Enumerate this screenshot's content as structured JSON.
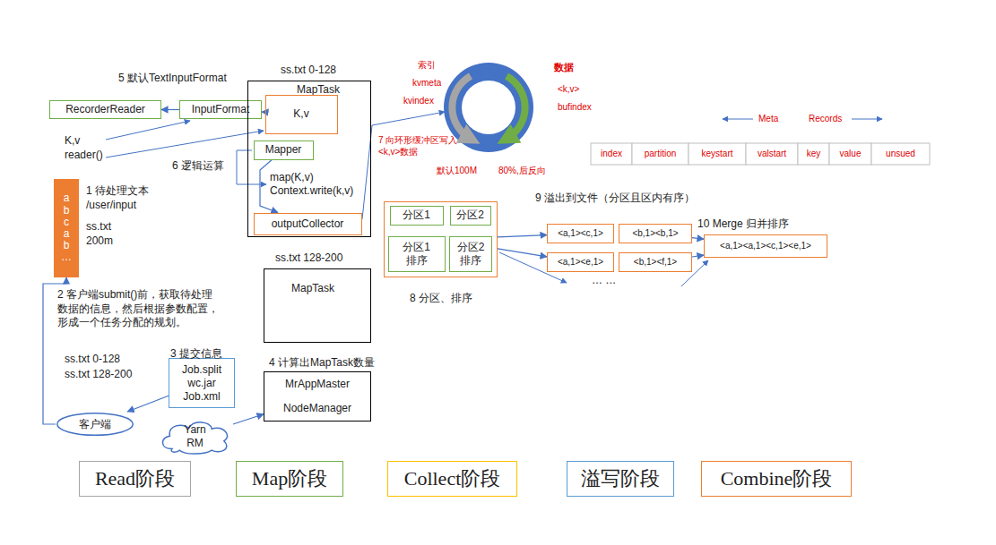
{
  "diagram": {
    "nodes": [
      {
        "text": [
          "RecorderReader"
        ]
      },
      {
        "text": [
          "InputFormat"
        ]
      },
      {
        "text": [
          "ss.txt 0-128",
          "MapTask",
          "map(K,v) Context.write(k,v)"
        ]
      },
      {
        "text": [
          "K,v"
        ],
        "in": 2
      },
      {
        "text": [
          "Mapper"
        ],
        "in": 2
      },
      {
        "text": [
          "outputCollector"
        ],
        "in": 2
      },
      {
        "text": [
          "a b c a b …"
        ]
      },
      {
        "text": [
          "ss.txt 128-200",
          "MapTask"
        ]
      },
      {
        "text": [
          "Job.split wc.jar Job.xml"
        ]
      },
      {
        "text": [
          "MrAppMaster",
          "NodeManager"
        ]
      },
      {
        "text": [
          "客户端"
        ]
      },
      {
        "text": [
          "Yarn RM"
        ]
      },
      {
        "text": [
          "8 分区、排序"
        ]
      },
      {
        "text": [
          "分区1"
        ],
        "in": 12
      },
      {
        "text": [
          "分区2"
        ],
        "in": 12
      },
      {
        "text": [
          "分区1 排序"
        ],
        "in": 12
      },
      {
        "text": [
          "分区2 排序"
        ],
        "in": 12
      },
      {
        "text": [
          "<a,1><c,1>"
        ]
      },
      {
        "text": [
          "<b,1><b,1>"
        ]
      },
      {
        "text": [
          "<a,1><e,1>"
        ]
      },
      {
        "text": [
          "<b,1><f,1>"
        ]
      },
      {
        "text": [
          "<a,1><a,1><c,1><e,1>"
        ]
      },
      {
        "text": [
          "Read阶段"
        ]
      },
      {
        "text": [
          "Map阶段"
        ]
      },
      {
        "text": [
          "Collect阶段"
        ]
      },
      {
        "text": [
          "溢写阶段"
        ]
      },
      {
        "text": [
          "Combine阶段"
        ]
      }
    ],
    "edges": [
      {
        "from": 3,
        "to": 1,
        "arrow": "to"
      },
      {
        "from": 1,
        "to": 0,
        "arrow": "to"
      },
      {
        "from": 4,
        "to": 5,
        "arrow": "to"
      },
      {
        "from": 8,
        "to": 10,
        "arrow": "to"
      },
      {
        "from": 10,
        "to": 6,
        "arrow": "to"
      },
      {
        "from": 11,
        "to": 9,
        "arrow": "to"
      },
      {
        "from": 12,
        "to": 17,
        "arrow": "to"
      },
      {
        "from": 12,
        "to": 19,
        "arrow": "to"
      },
      {
        "from": 18,
        "to": 21,
        "arrow": "to"
      },
      {
        "from": 20,
        "to": 21,
        "arrow": "to"
      }
    ],
    "labels": [
      "5 默认TextInputFormat",
      "K,v reader()",
      "1 待处理文本 /user/input",
      "ss.txt 200m",
      "2 客户端submit()前，获取待处理数据的信息，然后根据参数配置，形成一个任务分配的规划。",
      "ss.txt 0-128",
      "ss.txt 128-200",
      "3 提交信息",
      "4 计算出MapTask数量",
      "6 逻辑运算",
      "7 向环形缓冲区写入<k,v>数据",
      "索引",
      "kvmeta",
      "kvindex",
      "数据",
      "<k,v>",
      "bufindex",
      "默认100M",
      "80%,后反向",
      "Meta",
      "Records",
      "index",
      "partition",
      "keystart",
      "valstart",
      "key",
      "value",
      "unsued",
      "9 溢出到文件（分区且区内有序）",
      "10 Merge 归并排序",
      "… …"
    ]
  }
}
